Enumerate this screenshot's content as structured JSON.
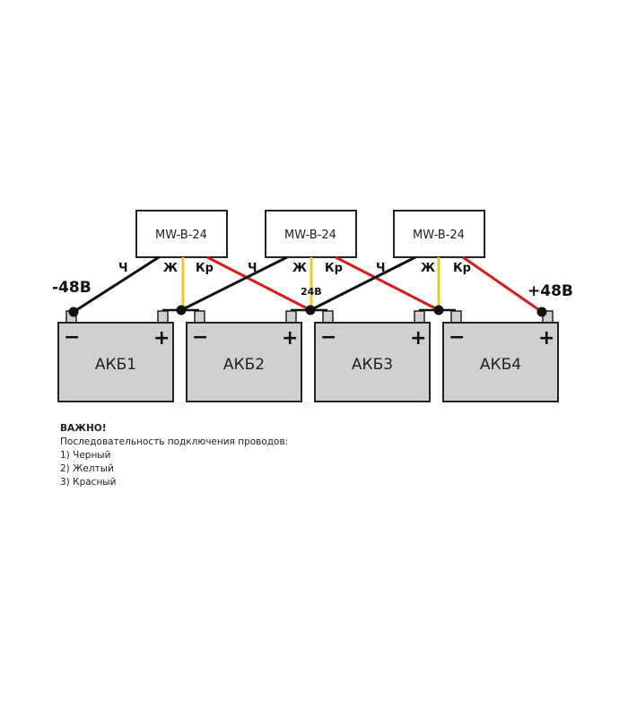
{
  "converters": [
    {
      "label": "MW-B-24",
      "wires": {
        "black": "Ч",
        "yellow": "Ж",
        "red": "Кр"
      }
    },
    {
      "label": "MW-B-24",
      "wires": {
        "black": "Ч",
        "yellow": "Ж",
        "red": "Кр"
      }
    },
    {
      "label": "MW-B-24",
      "wires": {
        "black": "Ч",
        "yellow": "Ж",
        "red": "Кр"
      }
    }
  ],
  "batteries": [
    {
      "label": "АКБ1",
      "minus": "−",
      "plus": "+"
    },
    {
      "label": "АКБ2",
      "minus": "−",
      "plus": "+"
    },
    {
      "label": "АКБ3",
      "minus": "−",
      "plus": "+"
    },
    {
      "label": "АКБ4",
      "minus": "−",
      "plus": "+"
    }
  ],
  "voltages": {
    "negative": "-48В",
    "middle": "24В",
    "positive": "+48В"
  },
  "colors": {
    "black": "#111111",
    "yellow": "#f2c81e",
    "red": "#d81c1c",
    "battery": "#d0d0d0"
  },
  "note": {
    "title": "ВАЖНО!",
    "subtitle": "Последовательность подключения проводов:",
    "steps": [
      "1) Черный",
      "2) Желтый",
      "3) Красный"
    ]
  }
}
